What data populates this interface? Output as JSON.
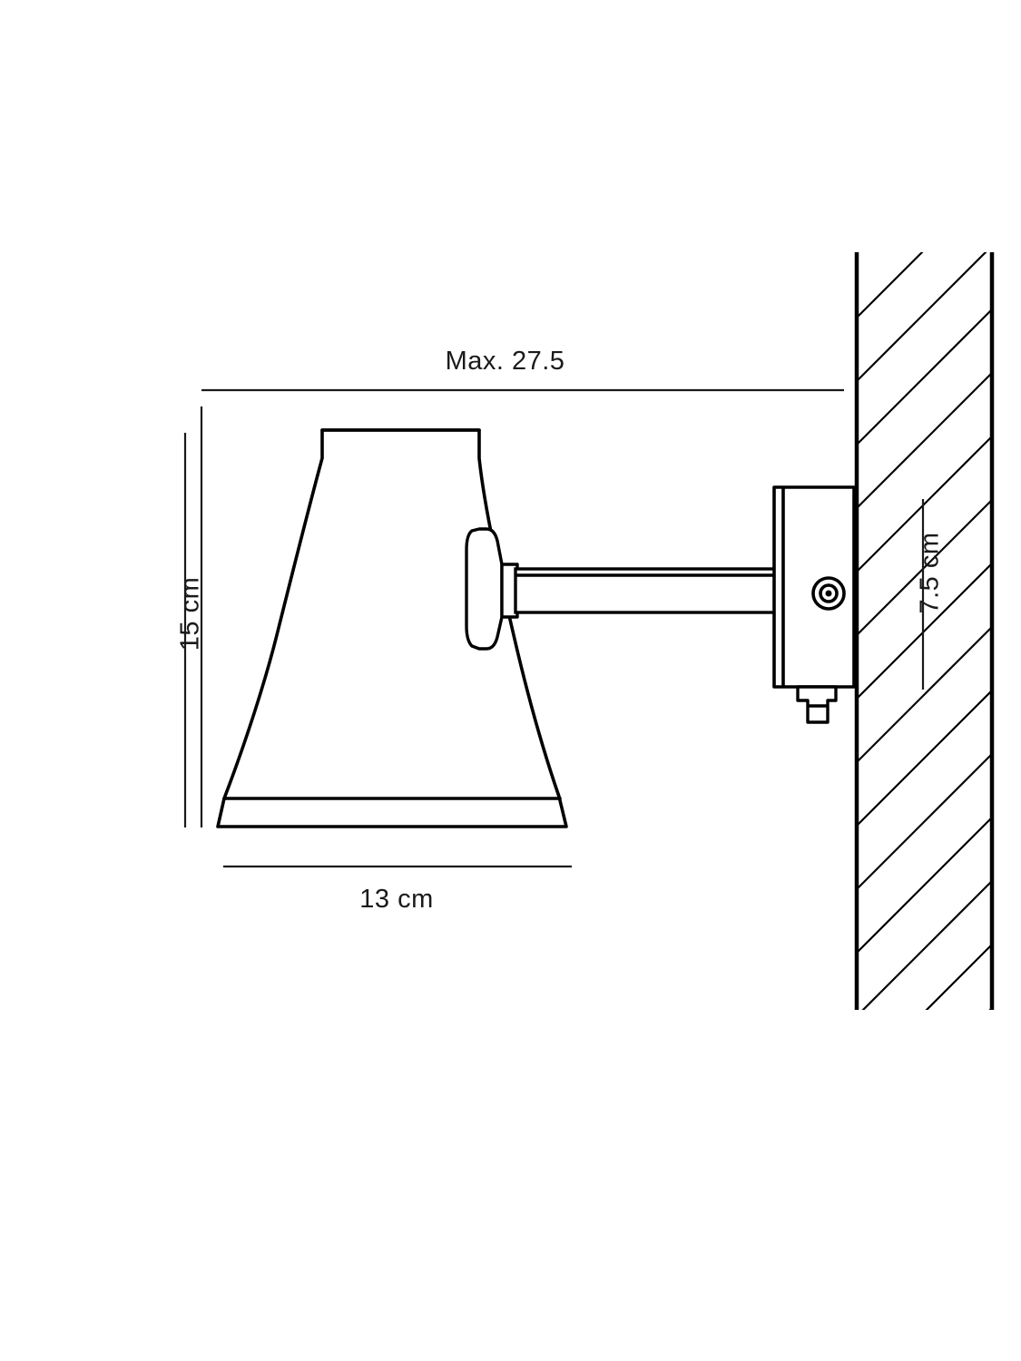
{
  "diagram": {
    "title": "Wall lamp technical dimension drawing",
    "unit_note": "cm",
    "line_color": "#000000",
    "background_color": "#ffffff",
    "dimensions": {
      "max_reach": "Max. 27.5",
      "height": "15 cm",
      "width": "13 cm",
      "depth": "7.5 cm"
    },
    "parts": {
      "shade": "lamp-shade",
      "arm": "lamp-arm",
      "joint": "shade-joint",
      "wall_bracket": "wall-mount-bracket",
      "wall": "wall-hatching",
      "switch": "bracket-switch"
    }
  }
}
